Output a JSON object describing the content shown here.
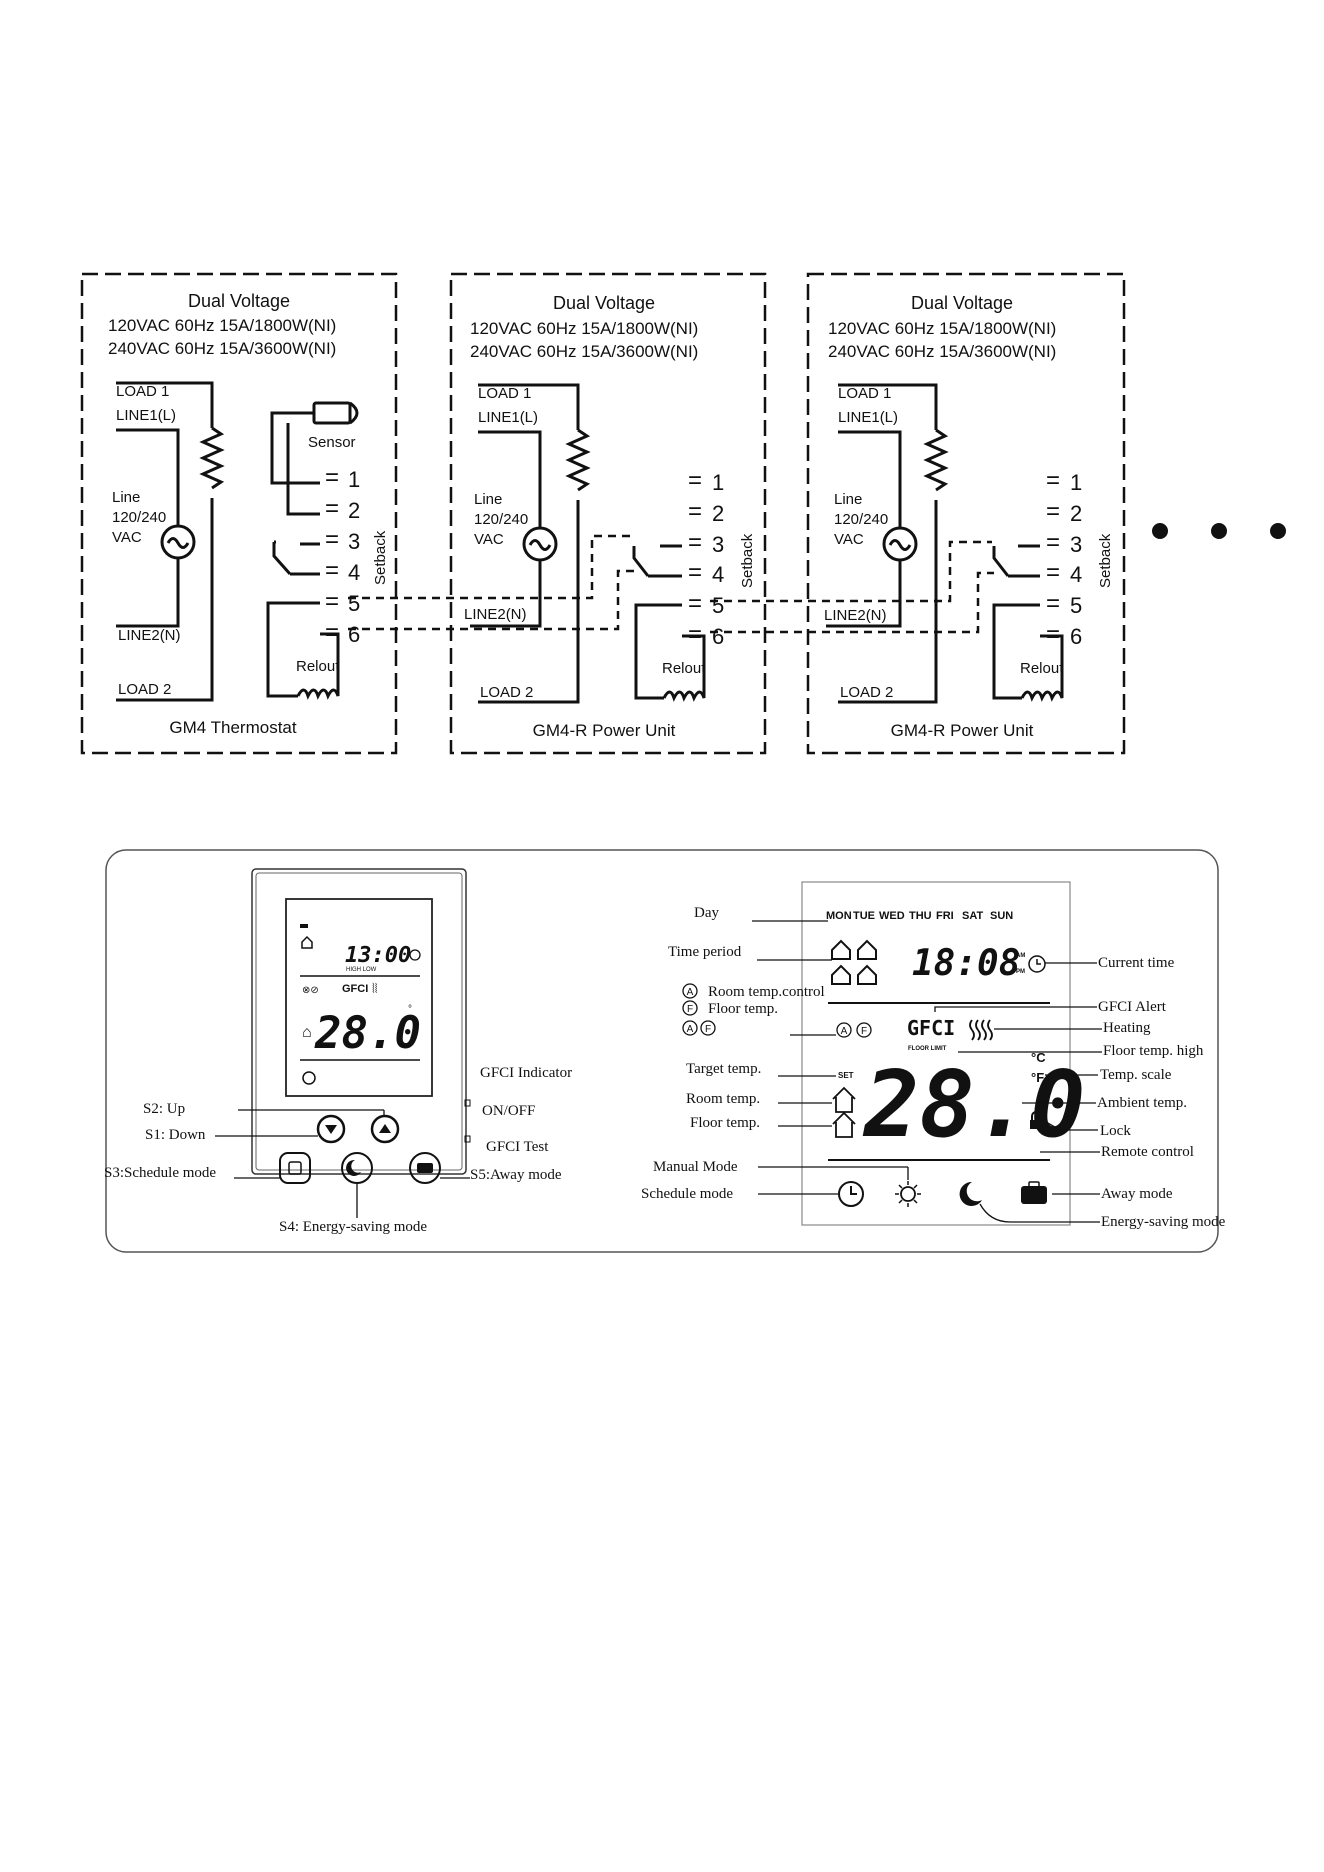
{
  "wiring": {
    "units": [
      {
        "voltage_title": "Dual Voltage",
        "rating_120": "120VAC 60Hz 15A/1800W(NI)",
        "rating_240": "240VAC 60Hz 15A/3600W(NI)",
        "load1": "LOAD 1",
        "line1": "LINE1(L)",
        "line_label_a": "Line",
        "line_label_b": "120/240",
        "line_label_c": "VAC",
        "line2": "LINE2(N)",
        "load2": "LOAD 2",
        "sensor": "Sensor",
        "setback": "Setback",
        "relout": "Relout",
        "name": "GM4 Thermostat"
      },
      {
        "voltage_title": "Dual Voltage",
        "rating_120": "120VAC 60Hz 15A/1800W(NI)",
        "rating_240": "240VAC 60Hz 15A/3600W(NI)",
        "load1": "LOAD 1",
        "line1": "LINE1(L)",
        "line_label_a": "Line",
        "line_label_b": "120/240",
        "line_label_c": "VAC",
        "line2": "LINE2(N)",
        "load2": "LOAD 2",
        "setback": "Setback",
        "relout": "Relout",
        "name": "GM4-R  Power Unit"
      },
      {
        "voltage_title": "Dual Voltage",
        "rating_120": "120VAC 60Hz 15A/1800W(NI)",
        "rating_240": "240VAC 60Hz 15A/3600W(NI)",
        "load1": "LOAD 1",
        "line1": "LINE1(L)",
        "line_label_a": "Line",
        "line_label_b": "120/240",
        "line_label_c": "VAC",
        "line2": "LINE2(N)",
        "load2": "LOAD 2",
        "setback": "Setback",
        "relout": "Relout",
        "name": "GM4-R  Power Unit"
      }
    ],
    "terminals": [
      "1",
      "2",
      "3",
      "4",
      "5",
      "6"
    ]
  },
  "device": {
    "lcd_clock": "13:00",
    "lcd_temp": "28.0",
    "lcd_gfci": "GFCI",
    "lcd_high_low": "HIGH  LOW",
    "labels": {
      "s2": "S2: Up",
      "s1": "S1: Down",
      "s3": "S3:Schedule mode",
      "s4": "S4:  Energy-saving mode",
      "s5": "S5:Away mode",
      "gfci_indicator": "GFCI Indicator",
      "on_off": "ON/OFF",
      "gfci_test": "GFCI Test"
    }
  },
  "lcd": {
    "days": [
      "MON",
      "TUE",
      "WED",
      "THU",
      "FRI",
      "SAT",
      "SUN"
    ],
    "time": "18:08",
    "am": "AM",
    "pm": "PM",
    "gfci": "GFCI",
    "floor_limit": "FLOOR LIMIT",
    "set": "SET",
    "temp": "28.0",
    "deg_c": "°C",
    "deg_f": "°F",
    "circ_a": "A",
    "circ_f": "F",
    "left_labels": {
      "day": "Day",
      "time_period": "Time period",
      "room_temp_control": "Room temp.control",
      "floor_temp": "Floor temp.",
      "target_temp": "Target temp.",
      "room_temp": "Room temp.",
      "floor_temp2": "Floor temp.",
      "manual_mode": "Manual Mode",
      "schedule_mode": "Schedule mode"
    },
    "right_labels": {
      "current_time": "Current time",
      "gfci_alert": "GFCI Alert",
      "heating": "Heating",
      "floor_temp_high": "Floor temp. high",
      "temp_scale": "Temp. scale",
      "ambient_temp": "Ambient temp.",
      "lock": "Lock",
      "remote_control": "Remote control",
      "away_mode": "Away mode",
      "energy_saving_mode": "Energy-saving mode"
    }
  }
}
